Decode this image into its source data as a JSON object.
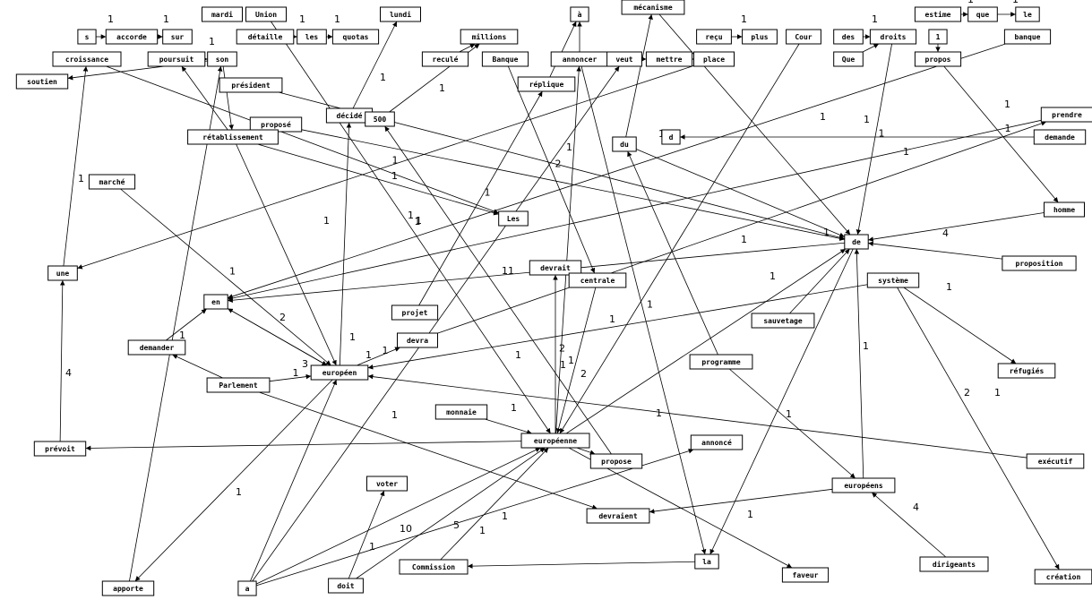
{
  "chart_data": {
    "type": "directed-graph",
    "nodes": [
      {
        "id": "s",
        "label": "s"
      },
      {
        "id": "accorde",
        "label": "accorde"
      },
      {
        "id": "sur",
        "label": "sur"
      },
      {
        "id": "mardi",
        "label": "mardi"
      },
      {
        "id": "Union",
        "label": "Union"
      },
      {
        "id": "detaille",
        "label": "détaille"
      },
      {
        "id": "les",
        "label": "les"
      },
      {
        "id": "quotas",
        "label": "quotas"
      },
      {
        "id": "lundi",
        "label": "lundi"
      },
      {
        "id": "a_top",
        "label": "à"
      },
      {
        "id": "mecanisme",
        "label": "mécanisme"
      },
      {
        "id": "estime",
        "label": "estime"
      },
      {
        "id": "que",
        "label": "que"
      },
      {
        "id": "le",
        "label": "le"
      },
      {
        "id": "croissance",
        "label": "croissance"
      },
      {
        "id": "poursuit",
        "label": "poursuit"
      },
      {
        "id": "son",
        "label": "son"
      },
      {
        "id": "millions",
        "label": "millions"
      },
      {
        "id": "recule",
        "label": "reculé"
      },
      {
        "id": "Banque",
        "label": "Banque"
      },
      {
        "id": "annoncer",
        "label": "annoncer"
      },
      {
        "id": "veut",
        "label": "veut"
      },
      {
        "id": "mettre",
        "label": "mettre"
      },
      {
        "id": "recu",
        "label": "reçu"
      },
      {
        "id": "plus",
        "label": "plus"
      },
      {
        "id": "Cour",
        "label": "Cour"
      },
      {
        "id": "des",
        "label": "des"
      },
      {
        "id": "droits",
        "label": "droits"
      },
      {
        "id": "one",
        "label": "1"
      },
      {
        "id": "banque",
        "label": "banque"
      },
      {
        "id": "soutien",
        "label": "soutien"
      },
      {
        "id": "president",
        "label": "président"
      },
      {
        "id": "replique",
        "label": "réplique"
      },
      {
        "id": "place",
        "label": "place"
      },
      {
        "id": "Que",
        "label": "Que"
      },
      {
        "id": "propos",
        "label": "propos"
      },
      {
        "id": "decide",
        "label": "décidé"
      },
      {
        "id": "n500",
        "label": "500"
      },
      {
        "id": "propose",
        "label": "proposé"
      },
      {
        "id": "retablissement",
        "label": "rétablissement"
      },
      {
        "id": "d",
        "label": "d"
      },
      {
        "id": "du",
        "label": "du"
      },
      {
        "id": "prendre",
        "label": "prendre"
      },
      {
        "id": "demande",
        "label": "demande"
      },
      {
        "id": "marche",
        "label": "marché"
      },
      {
        "id": "Les",
        "label": "Les"
      },
      {
        "id": "homme",
        "label": "homme"
      },
      {
        "id": "de",
        "label": "de"
      },
      {
        "id": "une",
        "label": "une"
      },
      {
        "id": "devrait",
        "label": "devrait"
      },
      {
        "id": "centrale",
        "label": "centrale"
      },
      {
        "id": "proposition",
        "label": "proposition"
      },
      {
        "id": "systeme",
        "label": "système"
      },
      {
        "id": "en",
        "label": "en"
      },
      {
        "id": "projet",
        "label": "projet"
      },
      {
        "id": "sauvetage",
        "label": "sauvetage"
      },
      {
        "id": "devra",
        "label": "devra"
      },
      {
        "id": "demander",
        "label": "demander"
      },
      {
        "id": "programme",
        "label": "programme"
      },
      {
        "id": "refugies",
        "label": "réfugiés"
      },
      {
        "id": "Parlement",
        "label": "Parlement"
      },
      {
        "id": "europeen",
        "label": "européen"
      },
      {
        "id": "monnaie",
        "label": "monnaie"
      },
      {
        "id": "europeenne",
        "label": "européenne"
      },
      {
        "id": "prevoit",
        "label": "prévoit"
      },
      {
        "id": "annonce",
        "label": "annoncé"
      },
      {
        "id": "propose2",
        "label": "propose"
      },
      {
        "id": "executif",
        "label": "exécutif"
      },
      {
        "id": "voter",
        "label": "voter"
      },
      {
        "id": "europeens",
        "label": "européens"
      },
      {
        "id": "devraient",
        "label": "devraient"
      },
      {
        "id": "dirigeants",
        "label": "dirigeants"
      },
      {
        "id": "Commission",
        "label": "Commission"
      },
      {
        "id": "la",
        "label": "la"
      },
      {
        "id": "faveur",
        "label": "faveur"
      },
      {
        "id": "creation",
        "label": "création"
      },
      {
        "id": "apporte",
        "label": "apporte"
      },
      {
        "id": "a_bot",
        "label": "a"
      },
      {
        "id": "doit",
        "label": "doit"
      }
    ],
    "edges": [
      {
        "from": "s",
        "to": "accorde",
        "label": "1"
      },
      {
        "from": "accorde",
        "to": "sur",
        "label": "1"
      },
      {
        "from": "detaille",
        "to": "les",
        "label": "1"
      },
      {
        "from": "les",
        "to": "quotas",
        "label": "1"
      },
      {
        "from": "estime",
        "to": "que",
        "label": "1"
      },
      {
        "from": "que",
        "to": "le",
        "label": "1"
      },
      {
        "from": "des",
        "to": "droits",
        "label": "1"
      },
      {
        "from": "recu",
        "to": "plus",
        "label": "1"
      },
      {
        "from": "veut",
        "to": "mettre",
        "label": ""
      },
      {
        "from": "poursuit",
        "to": "son",
        "label": "1"
      },
      {
        "from": "recule",
        "to": "millions",
        "label": ""
      },
      {
        "from": "son",
        "to": "soutien",
        "label": ""
      },
      {
        "from": "son",
        "to": "retablissement",
        "label": ""
      },
      {
        "from": "croissance",
        "to": "Les",
        "label": "1"
      },
      {
        "from": "president",
        "to": "de",
        "label": ""
      },
      {
        "from": "retablissement",
        "to": "poursuit",
        "label": ""
      },
      {
        "from": "retablissement",
        "to": "Les",
        "label": "1"
      },
      {
        "from": "retablissement",
        "to": "europeen",
        "label": "1"
      },
      {
        "from": "propose",
        "to": "de",
        "label": "1"
      },
      {
        "from": "decide",
        "to": "lundi",
        "label": "1"
      },
      {
        "from": "n500",
        "to": "millions",
        "label": "1"
      },
      {
        "from": "annoncer",
        "to": "la",
        "label": "1"
      },
      {
        "from": "annoncer",
        "to": "a_top",
        "label": ""
      },
      {
        "from": "Banque",
        "to": "centrale",
        "label": "2"
      },
      {
        "from": "replique",
        "to": "a_top",
        "label": ""
      },
      {
        "from": "du",
        "to": "mecanisme",
        "label": "1"
      },
      {
        "from": "du",
        "to": "de",
        "label": ""
      },
      {
        "from": "demande",
        "to": "d",
        "label": "1"
      },
      {
        "from": "programme",
        "to": "du",
        "label": "1"
      },
      {
        "from": "programme",
        "to": "europeens",
        "label": "4"
      },
      {
        "from": "europeens",
        "to": "de",
        "label": "1"
      },
      {
        "from": "europeens",
        "to": "devraient",
        "label": ""
      },
      {
        "from": "dirigeants",
        "to": "europeens",
        "label": "1"
      },
      {
        "from": "la",
        "to": "Commission",
        "label": "4"
      },
      {
        "from": "de",
        "to": "la",
        "label": "1"
      },
      {
        "from": "proposition",
        "to": "de",
        "label": "2"
      },
      {
        "from": "systeme",
        "to": "refugies",
        "label": "1"
      },
      {
        "from": "systeme",
        "to": "creation",
        "label": "1"
      },
      {
        "from": "systeme",
        "to": "europeen",
        "label": "2"
      },
      {
        "from": "sauvetage",
        "to": "de",
        "label": "1"
      },
      {
        "from": "europeen",
        "to": "en",
        "label": "1"
      },
      {
        "from": "europeen",
        "to": "decide",
        "label": "1"
      },
      {
        "from": "europeen",
        "to": "devra",
        "label": "1"
      },
      {
        "from": "europeenne",
        "to": "devrait",
        "label": "2"
      },
      {
        "from": "europeenne",
        "to": "propose2",
        "label": ""
      },
      {
        "from": "europeenne",
        "to": "prevoit",
        "label": ""
      },
      {
        "from": "europeenne",
        "to": "faveur",
        "label": "1"
      },
      {
        "from": "europeenne",
        "to": "annoncer",
        "label": "2"
      },
      {
        "from": "monnaie",
        "to": "europeenne",
        "label": "1"
      },
      {
        "from": "centrale",
        "to": "europeenne",
        "label": "3"
      },
      {
        "from": "Parlement",
        "to": "europeen",
        "label": "1"
      },
      {
        "from": "Parlement",
        "to": "demander",
        "label": ""
      },
      {
        "from": "Parlement",
        "to": "devraient",
        "label": "4"
      },
      {
        "from": "prevoit",
        "to": "une",
        "label": "1"
      },
      {
        "from": "une",
        "to": "croissance",
        "label": "1"
      },
      {
        "from": "executif",
        "to": "europeen",
        "label": "1"
      },
      {
        "from": "Commission",
        "to": "europeenne",
        "label": "10"
      },
      {
        "from": "a_bot",
        "to": "europeenne",
        "label": "5"
      },
      {
        "from": "a_bot",
        "to": "annonce",
        "label": "1"
      },
      {
        "from": "a_bot",
        "to": "europeen",
        "label": "1"
      },
      {
        "from": "doit",
        "to": "voter",
        "label": "1"
      },
      {
        "from": "doit",
        "to": "europeenne",
        "label": "1"
      },
      {
        "from": "apporte",
        "to": "son",
        "label": ""
      },
      {
        "from": "europeen",
        "to": "apporte",
        "label": "1"
      },
      {
        "from": "propose2",
        "to": "n500",
        "label": ""
      },
      {
        "from": "en",
        "to": "europeen",
        "label": "1"
      },
      {
        "from": "demander",
        "to": "en",
        "label": "1"
      },
      {
        "from": "europeenne",
        "to": "de",
        "label": "11"
      },
      {
        "from": "de",
        "to": "en",
        "label": "1"
      },
      {
        "from": "prendre",
        "to": "en",
        "label": "1"
      },
      {
        "from": "place",
        "to": "une",
        "label": "1"
      },
      {
        "from": "Cour",
        "to": "europeenne",
        "label": "1"
      },
      {
        "from": "homme",
        "to": "de",
        "label": ""
      },
      {
        "from": "banque",
        "to": "en",
        "label": "1"
      },
      {
        "from": "mettre",
        "to": "place",
        "label": ""
      },
      {
        "from": "Que",
        "to": "droits",
        "label": ""
      },
      {
        "from": "devra",
        "to": "prendre",
        "label": "1"
      },
      {
        "from": "a_bot",
        "to": "veut",
        "label": "1"
      },
      {
        "from": "one",
        "to": "propos",
        "label": ""
      },
      {
        "from": "propos",
        "to": "homme",
        "label": "1"
      },
      {
        "from": "droits",
        "to": "de",
        "label": "1"
      },
      {
        "from": "projet",
        "to": "replique",
        "label": "1"
      },
      {
        "from": "Union",
        "to": "europeenne",
        "label": "1"
      },
      {
        "from": "mecanisme",
        "to": "de",
        "label": ""
      },
      {
        "from": "marche",
        "to": "europeen",
        "label": "1"
      }
    ]
  }
}
